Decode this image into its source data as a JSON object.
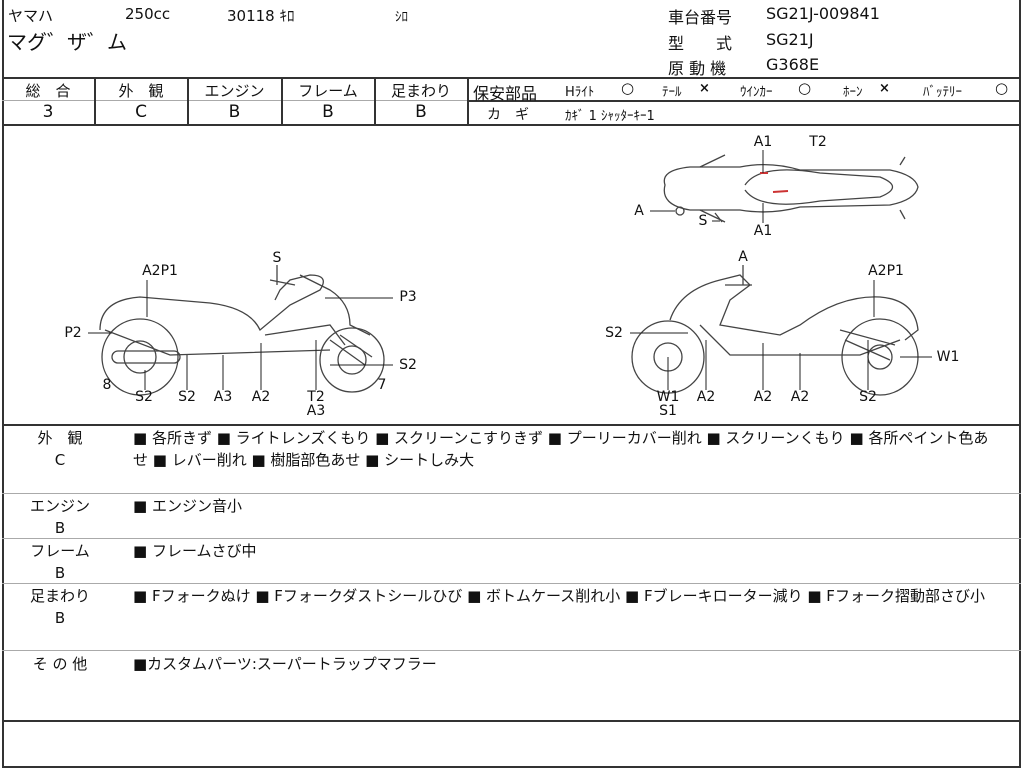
{
  "header": {
    "maker": "ヤマハ",
    "displacement": "250cc",
    "mileage": "30118 ｷﾛ",
    "color": "ｼﾛ",
    "model_name": "マグ゛ザ゛ム",
    "frame_no_label": "車台番号",
    "frame_no": "SG21J-009841",
    "type_label": "型　　式",
    "type": "SG21J",
    "engine_label": "原 動 機",
    "engine": "G368E"
  },
  "grades": [
    {
      "label": "総　合",
      "value": "3"
    },
    {
      "label": "外　観",
      "value": "C"
    },
    {
      "label": "エンジン",
      "value": "B"
    },
    {
      "label": "フレーム",
      "value": "B"
    },
    {
      "label": "足まわり",
      "value": "B"
    }
  ],
  "safety": {
    "label": "保安部品",
    "items": [
      {
        "name": "Hﾗｲﾄ",
        "mark": "○"
      },
      {
        "name": "ﾃｰﾙ",
        "mark": "×"
      },
      {
        "name": "ｳｲﾝｶｰ",
        "mark": "○"
      },
      {
        "name": "ﾎｰﾝ",
        "mark": "×"
      },
      {
        "name": "ﾊﾞｯﾃﾘｰ",
        "mark": "○"
      }
    ],
    "key_label": "カ　ギ",
    "key_value": "ｶｷﾞ 1 ｼｬｯﾀｰｷｰ1"
  },
  "diagram": {
    "left_side": [
      "S",
      "A2P1",
      "P3",
      "P2",
      "S2",
      "8",
      "7",
      "S2",
      "S2",
      "A3",
      "A2",
      "T2",
      "A3"
    ],
    "top_view": [
      "A1",
      "T2",
      "A",
      "S",
      "A1"
    ],
    "right_side": [
      "A",
      "A2P1",
      "S2",
      "W1",
      "W1",
      "A2",
      "A2",
      "A2",
      "S2",
      "S1"
    ]
  },
  "remarks": [
    {
      "category": "外　観",
      "grade": "C",
      "text": "■ 各所きず ■ ライトレンズくもり ■ スクリーンこすりきず ■ プーリーカバー削れ ■ スクリーンくもり ■ 各所ペイント色あせ ■ レバー削れ ■ 樹脂部色あせ ■ シートしみ大"
    },
    {
      "category": "エンジン",
      "grade": "B",
      "text": "■ エンジン音小"
    },
    {
      "category": "フレーム",
      "grade": "B",
      "text": "■ フレームさび中"
    },
    {
      "category": "足まわり",
      "grade": "B",
      "text": "■ Fフォークぬけ ■ Fフォークダストシールひび ■ ボトムケース削れ小 ■ Fブレーキローター減り ■ Fフォーク摺動部さび小"
    },
    {
      "category": "そ の 他",
      "grade": "",
      "text": "■カスタムパーツ:スーパートラップマフラー"
    }
  ]
}
